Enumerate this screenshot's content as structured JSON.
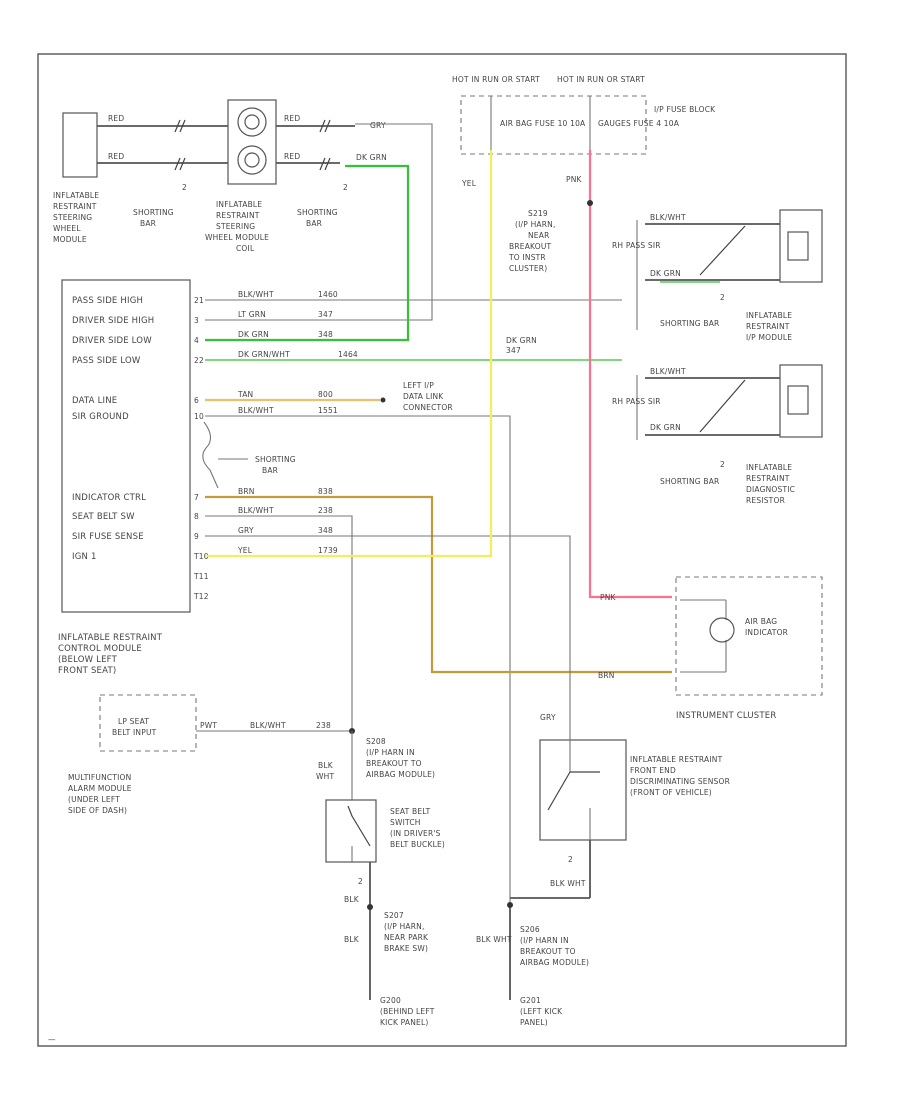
{
  "diagram_code": "—",
  "power": {
    "hot_run_1": "HOT IN RUN OR START",
    "hot_run_2": "HOT IN RUN OR START",
    "fuse_1": "AIR BAG FUSE 10 10A",
    "fuse_2": "GAUGES FUSE 4 10A",
    "fuse_block": "I/P FUSE BLOCK"
  },
  "steering": {
    "module": "INFLATABLE RESTRAINT STEERING WHEEL MODULE",
    "coil": "INFLATABLE RESTRAINT STEERING WHEEL MODULE COIL",
    "bar_1": "SHORTING BAR",
    "bar_2": "SHORTING BAR",
    "wire_a": "RED",
    "wire_b": "RED",
    "wire_c": "RED",
    "wire_d": "RED",
    "wire_e": "DK GRN",
    "wire_f": "GRY"
  },
  "control_module": {
    "label": "INFLATABLE RESTRAINT CONTROL MODULE (BELOW LEFT FRONT SEAT)",
    "pins": [
      {
        "name": "PASS SIDE HIGH",
        "num": "21"
      },
      {
        "name": "DRIVER SIDE HIGH",
        "num": "3"
      },
      {
        "name": "DRIVER SIDE LOW",
        "num": "4"
      },
      {
        "name": "PASS SIDE LOW",
        "num": "22"
      },
      {
        "name": "DATA LINE",
        "num": "6"
      },
      {
        "name": "SIR GROUND",
        "num": "10"
      },
      {
        "name": "INDICATOR CTRL",
        "num": "7"
      },
      {
        "name": "SEAT BELT SW",
        "num": "8"
      },
      {
        "name": "SIR FUSE SENSE",
        "num": "9"
      },
      {
        "name": "IGN 1",
        "num": "T10"
      },
      {
        "name": "",
        "num": "T11"
      },
      {
        "name": "",
        "num": "T12"
      }
    ],
    "shorting_bar": "SHORTING BAR"
  },
  "wires": {
    "w1": "BLK/WHT",
    "w1n": "1460",
    "w2": "LT GRN",
    "w2n": "347",
    "w3": "DK GRN",
    "w3n": "348",
    "w4": "DK GRN/WHT",
    "w4n": "1464",
    "w5": "TAN",
    "w5n": "800",
    "w6": "BLK/WHT",
    "w6n": "1551",
    "w7": "BRN",
    "w7n": "838",
    "w8": "BLK/WHT",
    "w8n": "238",
    "w9": "GRY",
    "w9n": "348",
    "w10": "YEL",
    "w10n": "1739",
    "w11": "DK GRN",
    "w11n": "347",
    "yel": "YEL",
    "pnk": "PNK",
    "brn_ic": "BRN",
    "pnk_ic": "PNK",
    "blkwht_rh": "BLK/WHT",
    "blkwht_rh2": "BLK/WHT",
    "dkgrn_rh": "DK GRN",
    "dkgrn_rh2": "DK GRN",
    "gry_sensor": "GRY",
    "blk_sensor": "BLK WHT",
    "blk_sb": "BLK WHT",
    "blk_g1": "BLK",
    "blk_g2": "BLK",
    "blk_g3": "BLK WHT",
    "blk_lp": "BLK/WHT",
    "lp_pin": "PWT",
    "lp_num": "238"
  },
  "connectors": {
    "dlc": "LEFT I/P DATA LINK CONNECTOR",
    "s219": "S219 (I/P HARN, NEAR BREAKOUT TO INSTR CLUSTER)",
    "s208": "S208 (I/P HARN IN BREAKOUT TO AIRBAG MODULE)",
    "s207": "S207 (I/P HARN, NEAR PARK BRAKE SW)",
    "s206": "S206 (I/P HARN IN BREAKOUT TO AIRBAG MODULE)",
    "g200": "G200 (BEHIND LEFT KICK PANEL)",
    "g201": "G201 (LEFT KICK PANEL)"
  },
  "right_side": {
    "rh_pass_1": "RH PASS SIR",
    "rh_pass_2": "RH PASS SIR",
    "ip_module": "INFLATABLE RESTRAINT I/P MODULE",
    "resistor": "INFLATABLE RESTRAINT DIAGNOSTIC RESISTOR",
    "bar_a": "SHORTING BAR",
    "bar_b": "SHORTING BAR"
  },
  "cluster": {
    "indicator": "AIR BAG INDICATOR",
    "label": "INSTRUMENT CLUSTER"
  },
  "bottom": {
    "lp_input": "LP SEAT BELT INPUT",
    "multifunction": "MULTIFUNCTION ALARM MODULE (UNDER LEFT SIDE OF DASH)",
    "seat_belt_sw": "SEAT BELT SWITCH (IN DRIVER'S BELT BUCKLE)",
    "sensor": "INFLATABLE RESTRAINT FRONT END DISCRIMINATING SENSOR (FRONT OF VEHICLE)"
  }
}
